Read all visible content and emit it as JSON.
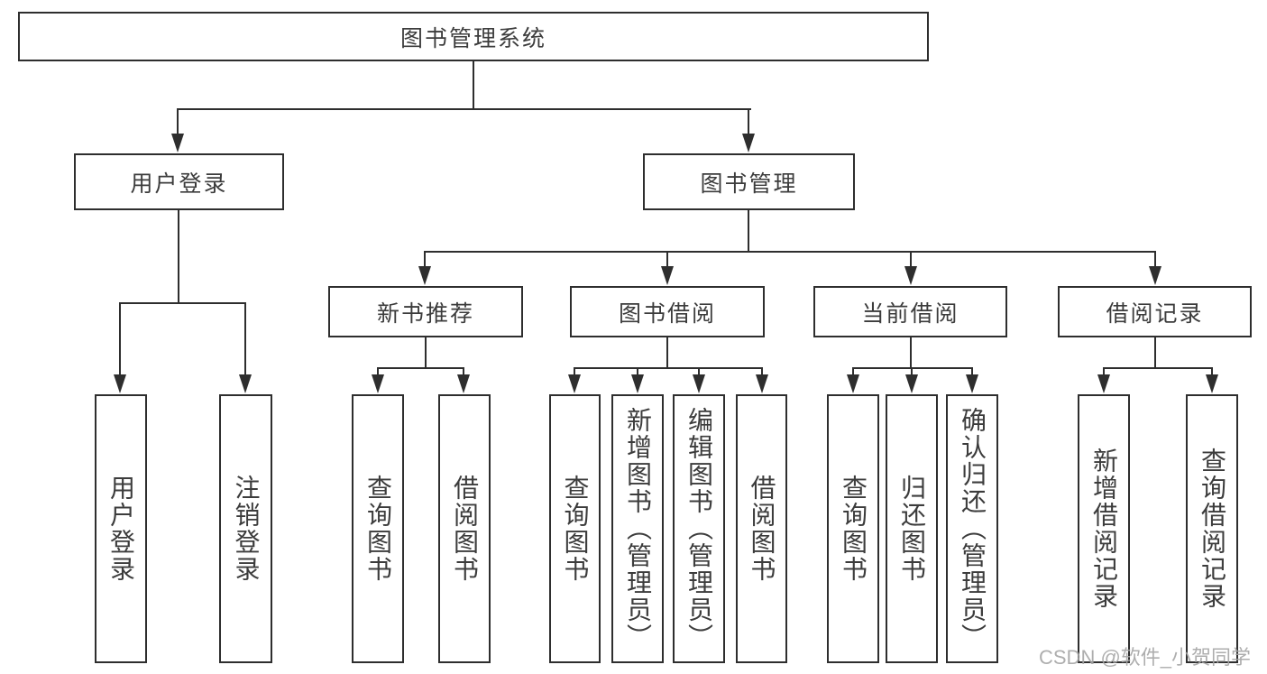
{
  "diagram": {
    "root": "图书管理系统",
    "user_login": {
      "label": "用户登录",
      "children": [
        "用户登录",
        "注销登录"
      ]
    },
    "book_management": {
      "label": "图书管理",
      "new_books": {
        "label": "新书推荐",
        "children": [
          "查询图书",
          "借阅图书"
        ]
      },
      "book_borrow": {
        "label": "图书借阅",
        "children": [
          "查询图书",
          "新增图书（管理员）",
          "编辑图书（管理员）",
          "借阅图书"
        ]
      },
      "current_borrow": {
        "label": "当前借阅",
        "children": [
          "查询图书",
          "归还图书",
          "确认归还（管理员）"
        ]
      },
      "borrow_records": {
        "label": "借阅记录",
        "children": [
          "新增借阅记录",
          "查询借阅记录"
        ]
      }
    }
  },
  "watermark": "CSDN @软件_小贺同学",
  "colors": {
    "line": "#2e2e2e",
    "text": "#3c3c3c",
    "watermark": "#a5a5a5",
    "background": "#ffffff"
  }
}
